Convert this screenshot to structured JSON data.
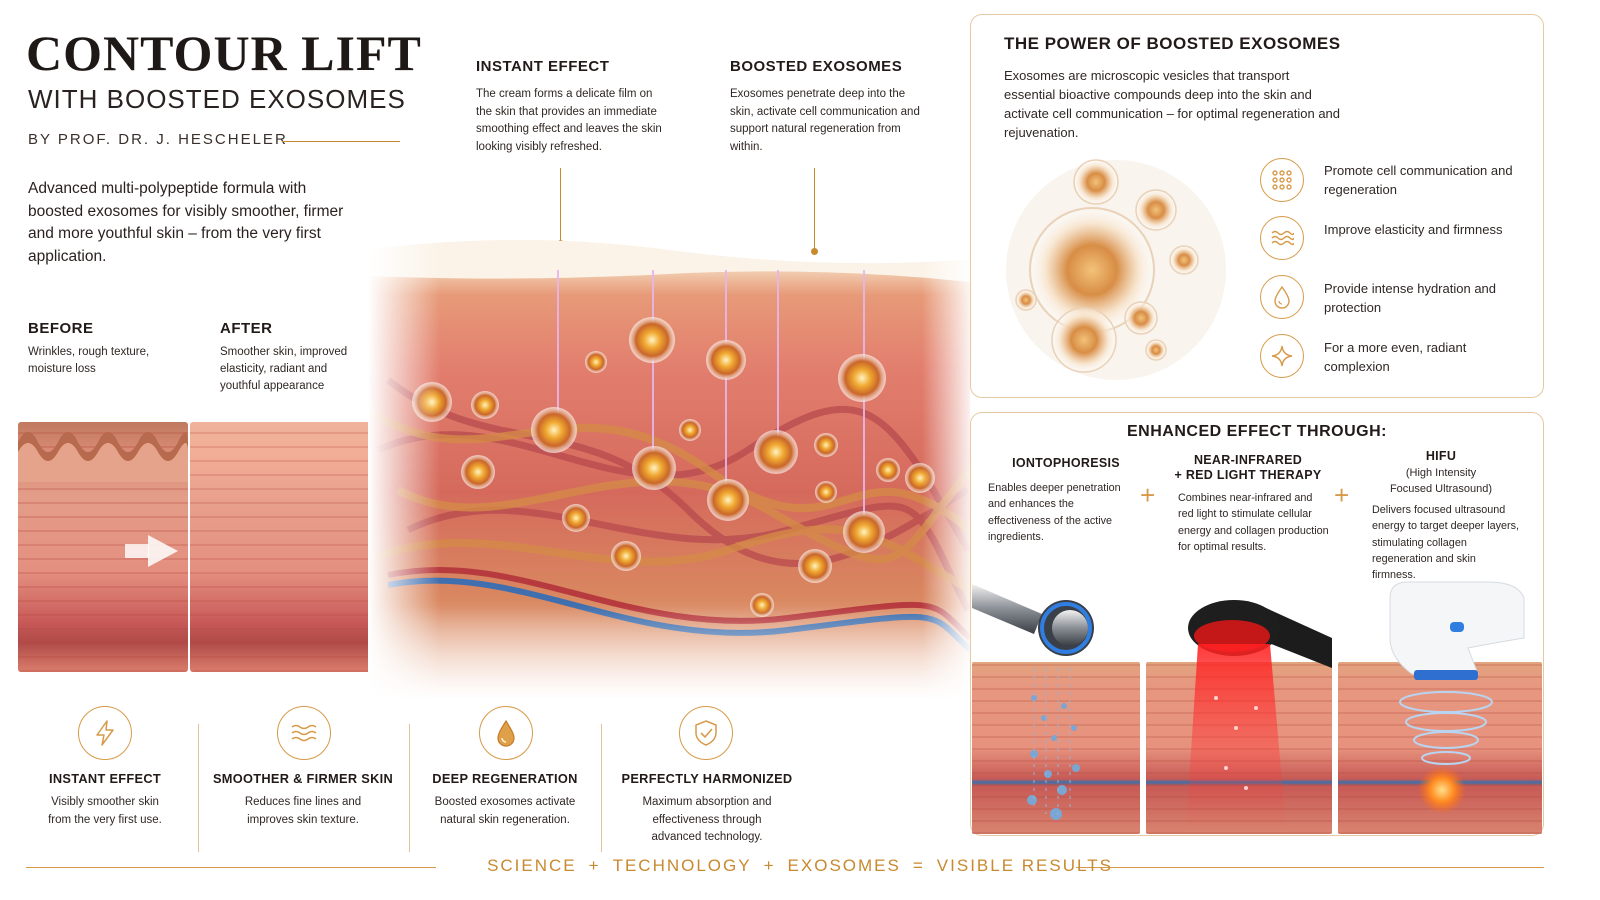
{
  "header": {
    "title": "CONTOUR LIFT",
    "subtitle": "WITH BOOSTED EXOSOMES",
    "byline": "BY PROF. DR. J. HESCHELER",
    "intro": "Advanced multi-polypeptide formula with boosted exosomes for visibly smoother, firmer and more youthful skin – from the very first application."
  },
  "before_after": {
    "before_title": "BEFORE",
    "before_text": "Wrinkles, rough texture, moisture loss",
    "after_title": "AFTER",
    "after_text": "Smoother skin, improved elasticity, radiant and youthful appearance"
  },
  "callouts": {
    "instant_title": "INSTANT EFFECT",
    "instant_text": "The cream forms a delicate film on the skin that provides an immediate smoothing effect and leaves the skin looking visibly refreshed.",
    "boosted_title": "BOOSTED EXOSOMES",
    "boosted_text": "Exosomes penetrate deep into the skin, activate cell communication and support natural regeneration from within."
  },
  "power_panel": {
    "title": "THE POWER OF BOOSTED EXOSOMES",
    "text": "Exosomes are microscopic vesicles that transport essential bioactive compounds deep into the skin and activate cell communication – for optimal regeneration and rejuvenation.",
    "features": [
      {
        "icon": "cells-icon",
        "text": "Promote cell communication and regeneration"
      },
      {
        "icon": "waves-icon",
        "text": "Improve elasticity and firmness"
      },
      {
        "icon": "droplet-icon",
        "text": "Provide intense hydration and protection"
      },
      {
        "icon": "sparkle-icon",
        "text": "For a more even, radiant complexion"
      }
    ]
  },
  "enhanced_panel": {
    "title": "ENHANCED EFFECT THROUGH:",
    "techs": [
      {
        "title": "IONTOPHORESIS",
        "subtitle": "",
        "text": "Enables deeper penetration and enhances the effectiveness of the active ingredients."
      },
      {
        "title": "NEAR-INFRARED",
        "title2": "+ RED LIGHT THERAPY",
        "subtitle": "",
        "text": "Combines near-infrared and red light to stimulate cellular energy and collagen production for optimal results."
      },
      {
        "title": "HIFU",
        "subtitle": "(High Intensity",
        "subtitle2": "Focused Ultrasound)",
        "text": "Delivers focused ultrasound energy to target deeper layers, stimulating collagen regeneration and skin firmness."
      }
    ],
    "plus": "+"
  },
  "benefits": [
    {
      "icon": "lightning-icon",
      "title": "INSTANT EFFECT",
      "text": "Visibly smoother skin from the very first use."
    },
    {
      "icon": "waves-icon",
      "title": "SMOOTHER & FIRMER SKIN",
      "text": "Reduces fine lines and improves skin texture."
    },
    {
      "icon": "droplet-icon",
      "title": "DEEP REGENERATION",
      "text": "Boosted exosomes activate natural skin regeneration."
    },
    {
      "icon": "shield-check-icon",
      "title": "PERFECTLY HARMONIZED",
      "text": "Maximum absorption and effectiveness through advanced technology."
    }
  ],
  "footer": {
    "w1": "SCIENCE",
    "op1": "+",
    "w2": "TECHNOLOGY",
    "op2": "+",
    "w3": "EXOSOMES",
    "op3": "=",
    "w4": "VISIBLE RESULTS"
  },
  "colors": {
    "accent": "#c8892f",
    "border": "#e6c9a3",
    "text": "#2b2220"
  }
}
